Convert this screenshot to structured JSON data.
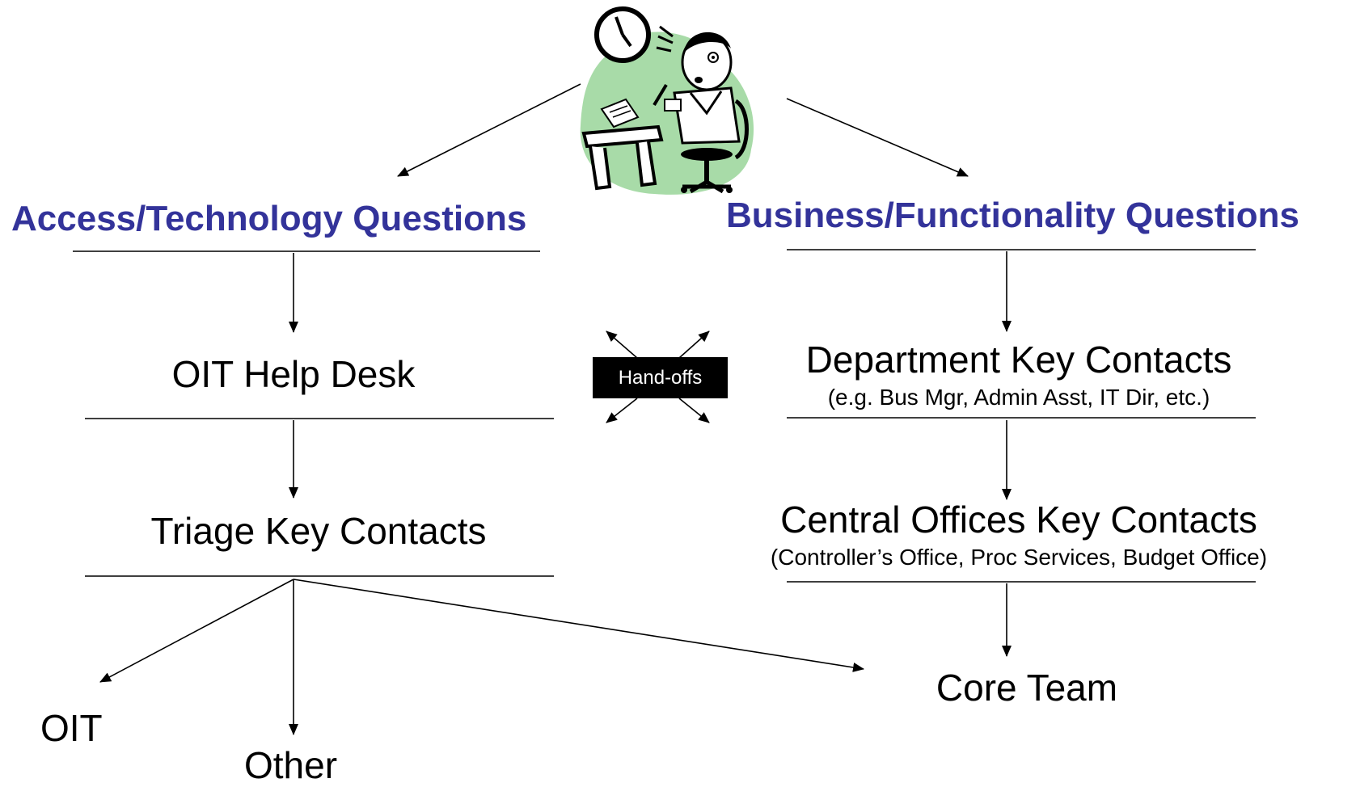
{
  "headings": {
    "left": "Access/Technology Questions",
    "right": "Business/Functionality Questions"
  },
  "left_nodes": {
    "help_desk": "OIT Help Desk",
    "triage": "Triage Key Contacts",
    "oit": "OIT",
    "other": "Other"
  },
  "right_nodes": {
    "department": {
      "title": "Department Key Contacts",
      "subtitle": "(e.g. Bus Mgr, Admin Asst, IT Dir, etc.)"
    },
    "central": {
      "title": "Central Offices Key Contacts",
      "subtitle": "(Controller’s Office, Proc Services, Budget Office)"
    },
    "core_team": "Core Team"
  },
  "handoff_label": "Hand-offs",
  "colors": {
    "heading": "#33339a",
    "clipart_bg": "#a8dba8",
    "badge_bg": "#000000"
  },
  "icons": {
    "clipart": "stressed-office-worker-illustration"
  }
}
